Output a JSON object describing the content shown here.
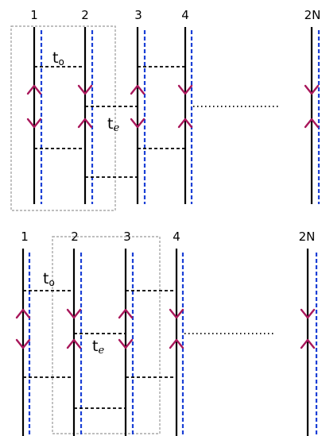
{
  "colors": {
    "chain_line": "#000000",
    "partner_line": "#1a3fd6",
    "arrow": "#a8165a",
    "box": "#999999",
    "bond": "#000000"
  },
  "top_panel": {
    "site_labels": [
      "1",
      "2",
      "3",
      "4",
      "2N"
    ],
    "t_odd": {
      "main": "t",
      "sub": "o"
    },
    "t_even": {
      "main": "t",
      "sub": "e"
    }
  },
  "bottom_panel": {
    "site_labels": [
      "1",
      "2",
      "3",
      "4",
      "2N"
    ],
    "t_odd": {
      "main": "t",
      "sub": "o"
    },
    "t_even": {
      "main": "t",
      "sub": "e"
    }
  }
}
